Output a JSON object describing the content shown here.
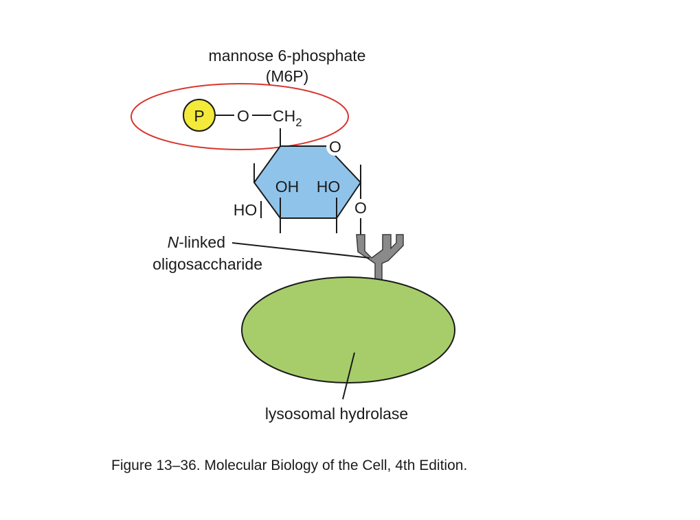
{
  "labels": {
    "m6p_line1": "mannose 6-phosphate",
    "m6p_line2": "(M6P)",
    "n_linked_italic": "N",
    "n_linked_rest": "-linked",
    "oligosaccharide": "oligosaccharide",
    "hydrolase": "lysosomal hydrolase"
  },
  "chem": {
    "phosphate": "P",
    "o_bridge": "O",
    "ch": "CH",
    "ch_sub": "2",
    "ring_o": "O",
    "oh": "OH",
    "ho_right": "HO",
    "ho_left": "HO",
    "glyco_o": "O"
  },
  "caption": "Figure 13–36. Molecular Biology of the Cell, 4th Edition.",
  "colors": {
    "highlight_ellipse": "#d9342b",
    "phosphate_fill": "#f3ea3a",
    "ring_fill": "#8fc3ea",
    "oligo_fill": "#8a8a8a",
    "protein_fill": "#a7cd6a",
    "line": "#1a1a1a"
  }
}
